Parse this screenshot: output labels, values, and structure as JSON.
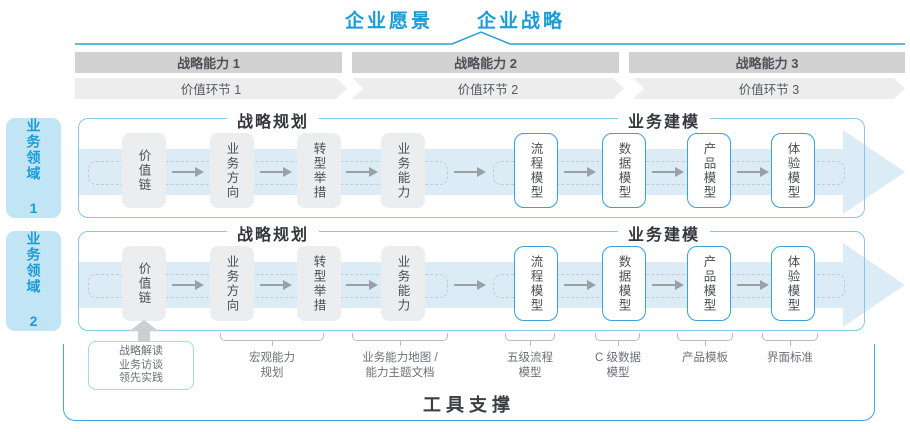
{
  "header": {
    "vision": "企业愿景",
    "strategy": "企业战略"
  },
  "strategic_capabilities": [
    {
      "label": "战略能力 1"
    },
    {
      "label": "战略能力 2"
    },
    {
      "label": "战略能力 3"
    }
  ],
  "value_links": [
    {
      "label": "价值环节 1"
    },
    {
      "label": "价值环节 2"
    },
    {
      "label": "价值环节 3"
    }
  ],
  "business_domains": [
    {
      "label": "业务领域 1"
    },
    {
      "label": "业务领域 2"
    }
  ],
  "sections": {
    "strategic_planning": "战略规划",
    "business_modeling": "业务建模"
  },
  "planning_boxes": [
    {
      "label": "价值链"
    },
    {
      "label": "业务方向"
    },
    {
      "label": "转型举措"
    },
    {
      "label": "业务能力"
    }
  ],
  "modeling_boxes": [
    {
      "label": "流程模型"
    },
    {
      "label": "数据模型"
    },
    {
      "label": "产品模型"
    },
    {
      "label": "体验模型"
    }
  ],
  "annotations": {
    "interpretation": {
      "line1": "战略解读",
      "line2": "业务访谈",
      "line3": "领先实践"
    },
    "macro": {
      "line1": "宏观能力",
      "line2": "规划"
    },
    "capability_map": {
      "line1": "业务能力地图 /",
      "line2": "能力主题文档"
    },
    "process": {
      "line1": "五级流程",
      "line2": "模型"
    },
    "data": {
      "line1": "C 级数据",
      "line2": "模型"
    },
    "product": {
      "line1": "产品模板"
    },
    "interface": {
      "line1": "界面标准"
    }
  },
  "footer": {
    "label": "工具支撑"
  },
  "colors": {
    "accent_blue": "#1b9cd8",
    "light_blue_fill": "#dcecf7",
    "lane_border": "#85c7e7",
    "gray_bar": "#d2d2d2",
    "chevron_strip": "#ededed",
    "gray_box": "#ebedee",
    "model_box_border": "#38a1d8",
    "domain_card_bg": "#c2e5f5"
  }
}
